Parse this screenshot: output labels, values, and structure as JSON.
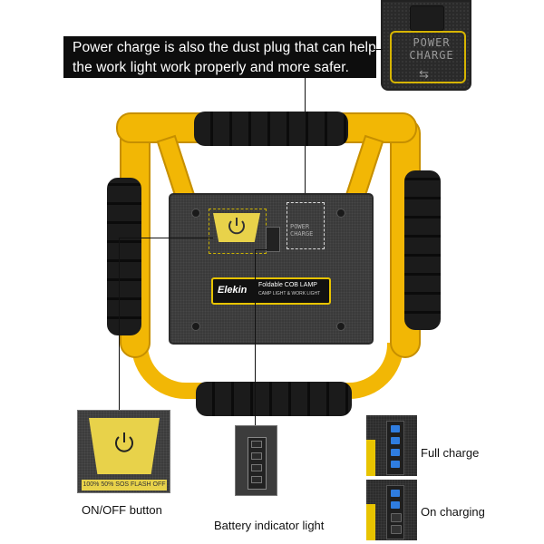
{
  "caption": {
    "line1": "Power charge is also the dust plug that can help",
    "line2": "the work light work properly and more safer."
  },
  "plug_zoom": {
    "line1": "POWER",
    "line2": "CHARGE",
    "symbol": "⇆"
  },
  "lamp": {
    "brand": "Elekin",
    "product": "Foldable COB LAMP",
    "subtitle": "CAMP LIGHT & WORK LIGHT",
    "small_plug_text": "POWER CHARGE"
  },
  "onoff": {
    "strip_text": "100% 50% SOS  FLASH OFF",
    "label": "ON/OFF button"
  },
  "battery": {
    "label": "Battery indicator light"
  },
  "indicators": {
    "full_label": "Full charge",
    "charging_label": "On charging"
  },
  "colors": {
    "frame": "#f2b705",
    "led": "#2f7de0",
    "body": "#3a3a3a"
  }
}
